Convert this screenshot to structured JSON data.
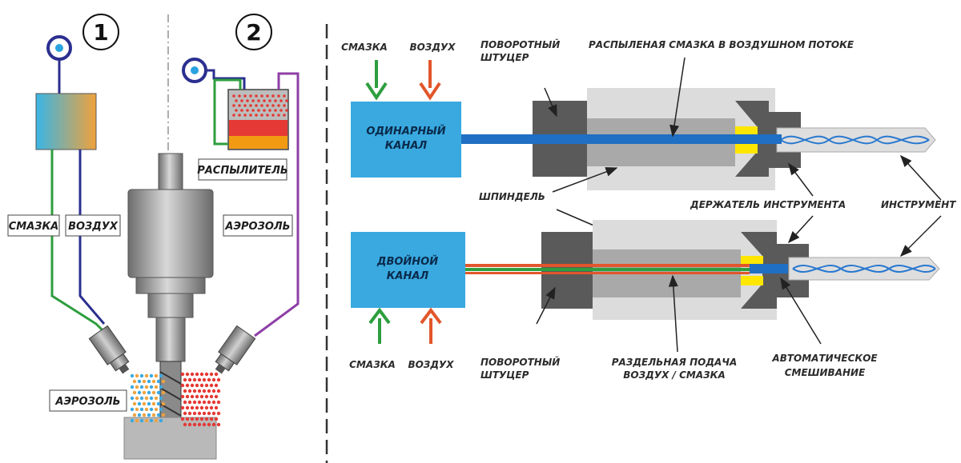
{
  "left_panel": {
    "scheme_numbers": [
      "1",
      "2"
    ],
    "labels": {
      "lubricant": "СМАЗКА",
      "air": "ВОЗДУХ",
      "sprayer": "РАСПЫЛИТЕЛЬ",
      "aerosol_right": "АЭРОЗОЛЬ",
      "aerosol_left": "АЭРОЗОЛЬ"
    }
  },
  "right_panel": {
    "top": {
      "lubricant": "СМАЗКА",
      "air": "ВОЗДУХ",
      "channel_line1": "ОДИНАРНЫЙ",
      "channel_line2": "КАНАЛ",
      "rotary_line1": "ПОВОРОТНЫЙ",
      "rotary_line2": "ШТУЦЕР",
      "spray_label": "РАСПЫЛЕНАЯ СМАЗКА В ВОЗДУШНОМ ПОТОКЕ"
    },
    "middle": {
      "spindle": "ШПИНДЕЛЬ",
      "holder": "ДЕРЖАТЕЛЬ ИНСТРУМЕНТА",
      "tool": "ИНСТРУМЕНТ"
    },
    "bottom": {
      "channel_line1": "ДВОЙНОЙ",
      "channel_line2": "КАНАЛ",
      "lubricant": "СМАЗКА",
      "air": "ВОЗДУХ",
      "rotary_line1": "ПОВОРОТНЫЙ",
      "rotary_line2": "ШТУЦЕР",
      "separate_line1": "РАЗДЕЛЬНАЯ ПОДАЧА",
      "separate_line2": "ВОЗДУХ / СМАЗКА",
      "auto_line1": "АВТОМАТИЧЕСКОЕ",
      "auto_line2": "СМЕШИВАНИЕ"
    }
  },
  "colors": {
    "lubricant_line": "#2e9e3e",
    "air_line": "#2b2f8f",
    "aerosol_line": "#8e3fa6",
    "channel_box": "#39a9e0",
    "lube_arrow": "#2e9e3e",
    "air_arrow": "#e2562b",
    "yellow": "#ffe600"
  }
}
